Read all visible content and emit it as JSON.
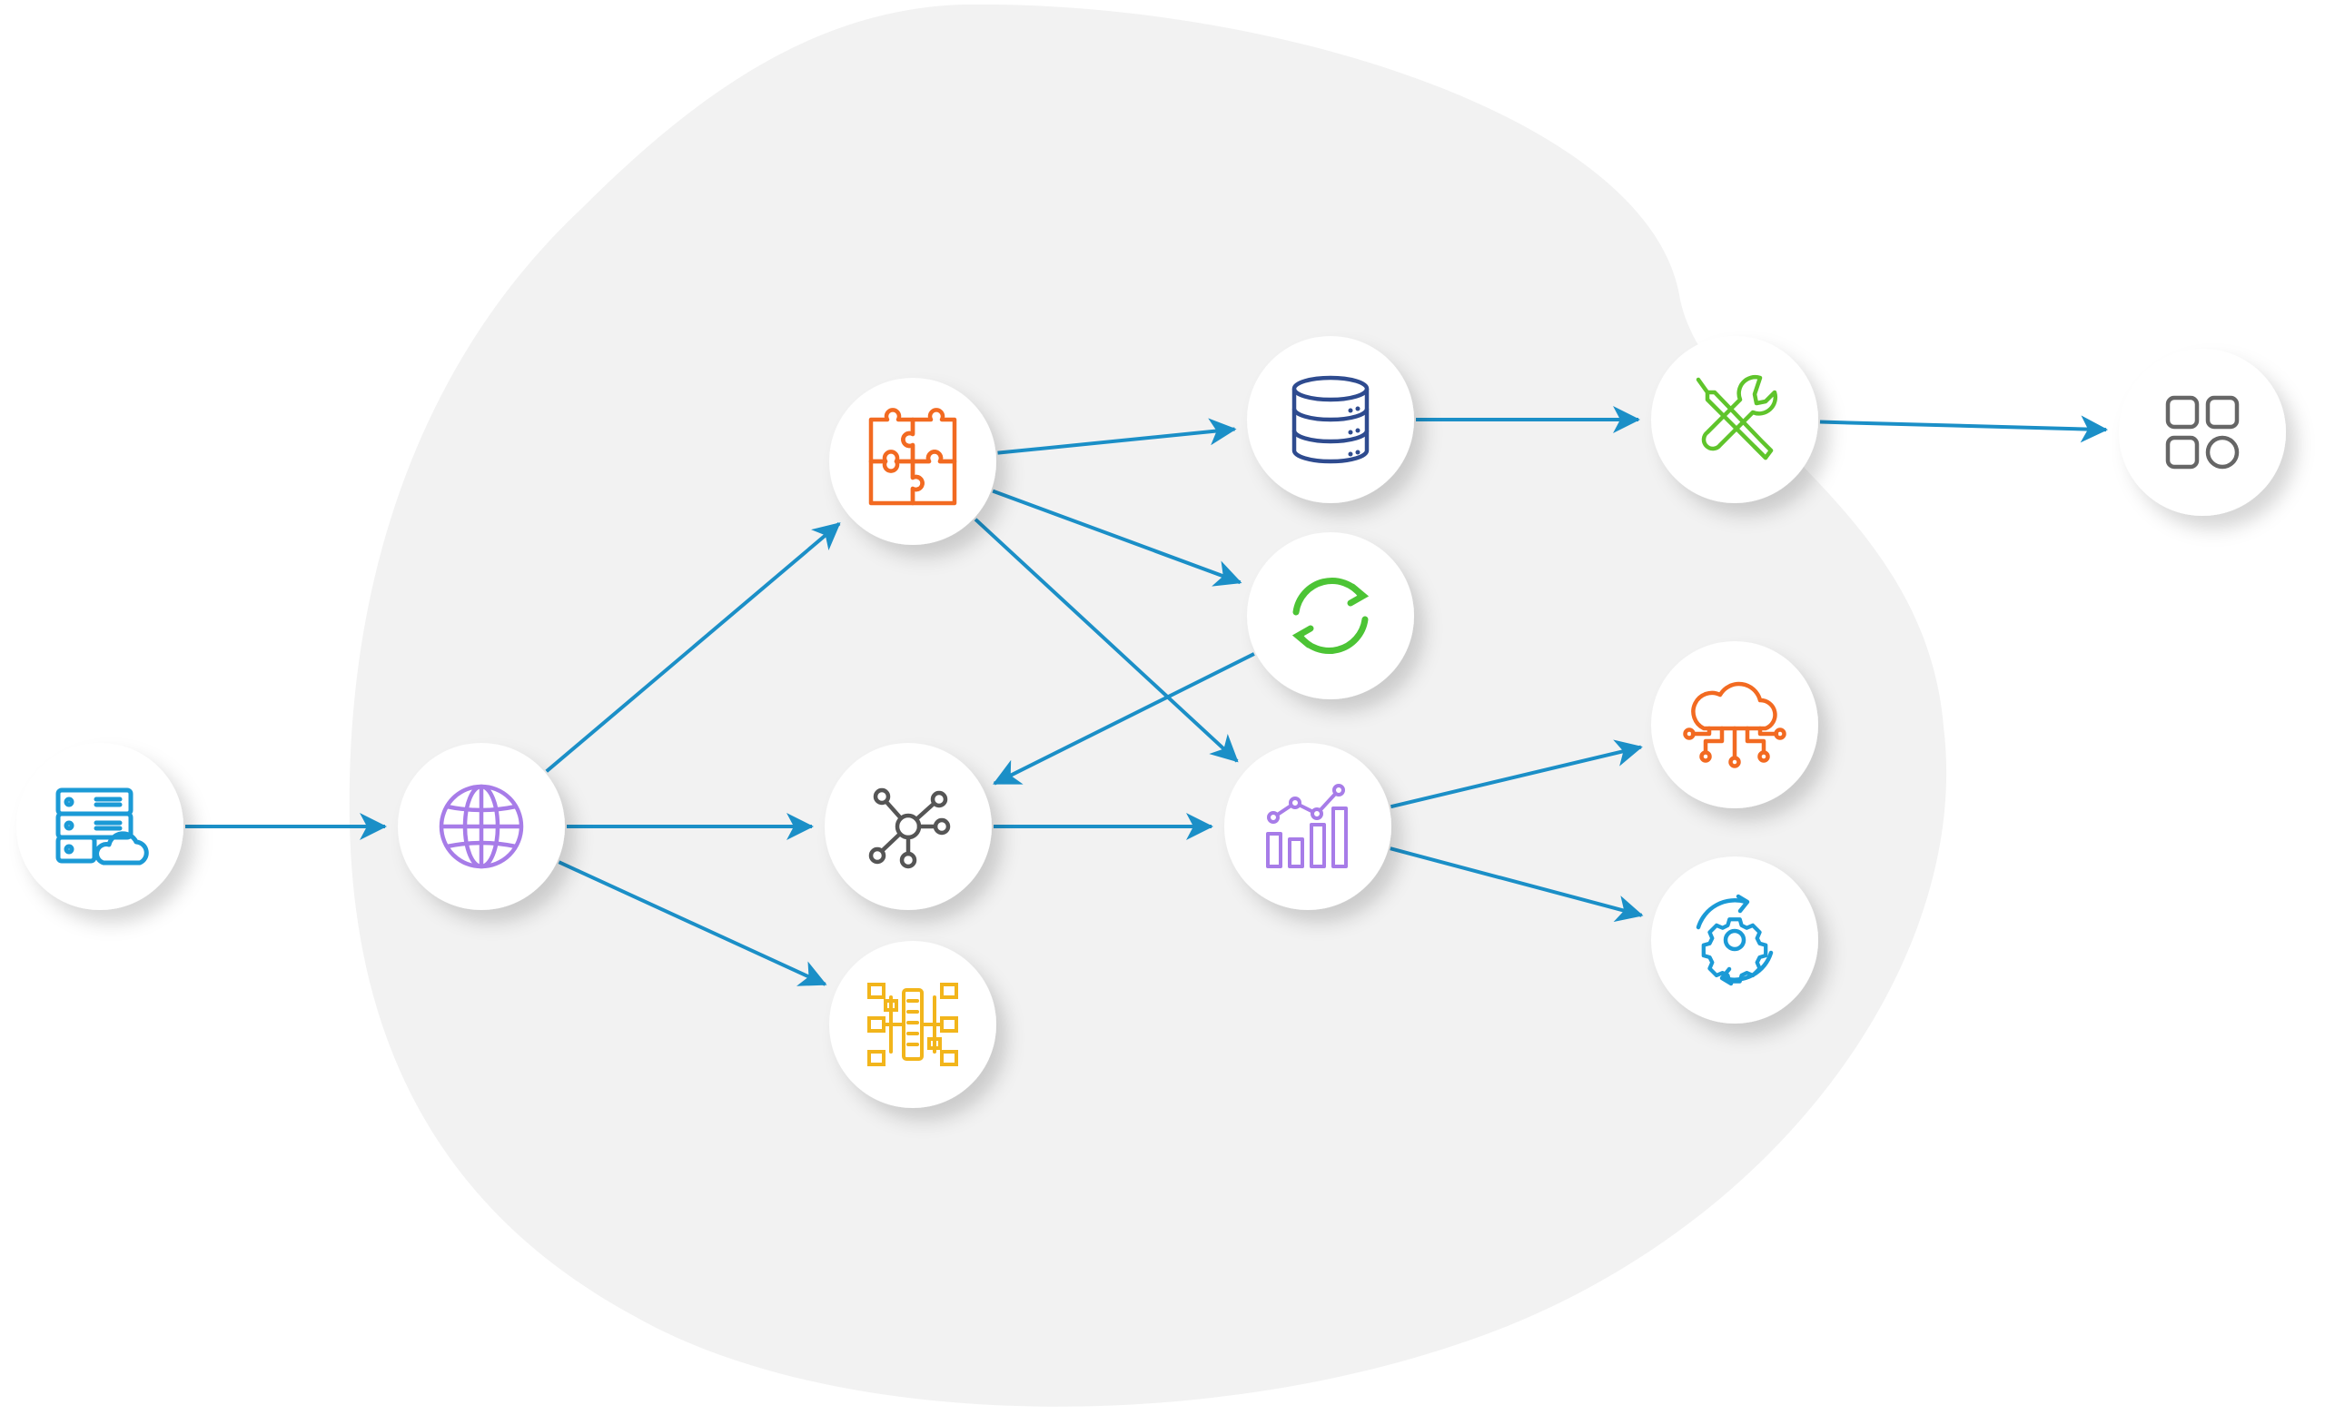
{
  "colors": {
    "background": "#ffffff",
    "blob": "#f2f2f2",
    "arrow": "#1b8fc7",
    "node_fill": "#ffffff"
  },
  "nodes": [
    {
      "id": "server",
      "icon": "server-cloud-icon",
      "color": "#1b9ad6"
    },
    {
      "id": "globe",
      "icon": "globe-icon",
      "color": "#a77ce8"
    },
    {
      "id": "puzzle",
      "icon": "puzzle-icon",
      "color": "#f26a21"
    },
    {
      "id": "network",
      "icon": "network-hub-icon",
      "color": "#555555"
    },
    {
      "id": "flowchart",
      "icon": "flowchart-icon",
      "color": "#f2b51b"
    },
    {
      "id": "database",
      "icon": "database-icon",
      "color": "#2e4b8f"
    },
    {
      "id": "sync",
      "icon": "sync-icon",
      "color": "#4cc435"
    },
    {
      "id": "analytics",
      "icon": "analytics-chart-icon",
      "color": "#a77ce8"
    },
    {
      "id": "tools",
      "icon": "tools-icon",
      "color": "#5fc42b"
    },
    {
      "id": "cloud",
      "icon": "cloud-computing-icon",
      "color": "#f26a21"
    },
    {
      "id": "gear",
      "icon": "gear-cycle-icon",
      "color": "#1b9ad6"
    },
    {
      "id": "apps",
      "icon": "apps-grid-icon",
      "color": "#666666"
    }
  ],
  "edges": [
    {
      "from": "server",
      "to": "globe"
    },
    {
      "from": "globe",
      "to": "puzzle"
    },
    {
      "from": "globe",
      "to": "network"
    },
    {
      "from": "globe",
      "to": "flowchart"
    },
    {
      "from": "puzzle",
      "to": "database"
    },
    {
      "from": "puzzle",
      "to": "sync"
    },
    {
      "from": "puzzle",
      "to": "analytics"
    },
    {
      "from": "sync",
      "to": "network"
    },
    {
      "from": "network",
      "to": "analytics"
    },
    {
      "from": "database",
      "to": "tools"
    },
    {
      "from": "tools",
      "to": "apps"
    },
    {
      "from": "analytics",
      "to": "cloud"
    },
    {
      "from": "analytics",
      "to": "gear"
    }
  ]
}
